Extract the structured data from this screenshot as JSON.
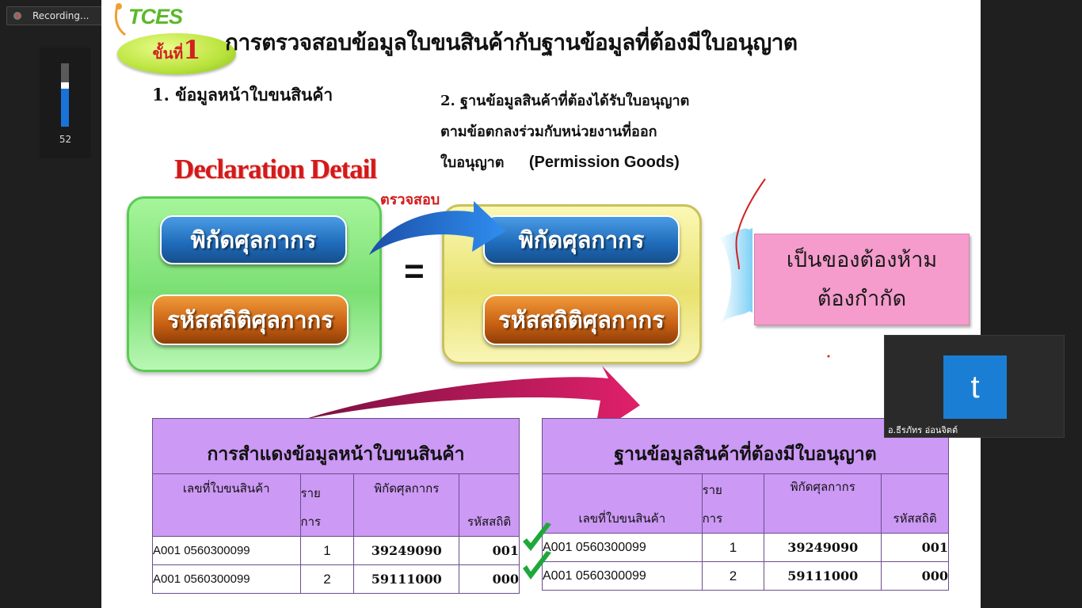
{
  "zoom_ui": {
    "recording_label": "Recording...",
    "volume_value": "52",
    "volume_fraction": 0.6,
    "participant_avatar_letter": "t",
    "participant_name": "อ.ธีรภัทร อ่อนจิตต์"
  },
  "slide": {
    "logo_text": "TCES",
    "step_label_prefix": "ขั้นที่",
    "step_label_number": "1",
    "title": "การตรวจสอบข้อมูลใบขนสินค้ากับฐานข้อมูลที่ต้องมีใบอนุญาต",
    "section1": "1. ข้อมูลหน้าใบขนสินค้า",
    "section2_line1": "2. ฐานข้อมูลสินค้าที่ต้องได้รับใบอนุญาต",
    "section2_line2": "ตามข้อตกลงร่วมกับหน่วยงานที่ออก",
    "section2_line3": "ใบอนุญาต",
    "section2_english": "(Permission Goods)",
    "declaration_title": "Declaration Detail",
    "check_label": "ตรวจสอบ",
    "left_pill_tariff": "พิกัดศุลกากร",
    "left_pill_stat": "รหัสสถิติศุลกากร",
    "equals": "=",
    "right_pill_tariff": "พิกัดศุลกากร",
    "right_pill_stat": "รหัสสถิติศุลกากร",
    "result_line1": "เป็นของต้องห้าม",
    "result_line2": "ต้องกำกัด",
    "colors": {
      "green_box": "#7adf73",
      "yellow_box": "#e8e26e",
      "blue_pill": "#1e6ab8",
      "orange_pill": "#c75f12",
      "result_pink": "#f59ccc",
      "table_purple": "#cc99f5",
      "red_text": "#d21a1a"
    }
  },
  "table_left": {
    "caption": "การสำแดงข้อมูลหน้าใบขนสินค้า",
    "headers": {
      "decl_no": "เลขที่ใบขนสินค้า",
      "item_line1": "ราย",
      "item_line2": "การ",
      "tariff": "พิกัดศุลกากร",
      "stat": "รหัสสถิติ"
    },
    "rows": [
      {
        "decl_no": "A001 0560300099",
        "item": "1",
        "tariff": "39249090",
        "stat": "001"
      },
      {
        "decl_no": "A001 0560300099",
        "item": "2",
        "tariff": "59111000",
        "stat": "000"
      }
    ]
  },
  "table_right": {
    "caption": "ฐานข้อมูลสินค้าที่ต้องมีใบอนุญาต",
    "headers": {
      "decl_no": "เลขที่ใบขนสินค้า",
      "item_line1": "ราย",
      "item_line2": "การ",
      "tariff": "พิกัดศุลกากร",
      "stat": "รหัสสถิติ"
    },
    "rows": [
      {
        "decl_no": "A001 0560300099",
        "item": "1",
        "tariff": "39249090",
        "stat": "001"
      },
      {
        "decl_no": "A001 0560300099",
        "item": "2",
        "tariff": "59111000",
        "stat": "000"
      }
    ]
  }
}
